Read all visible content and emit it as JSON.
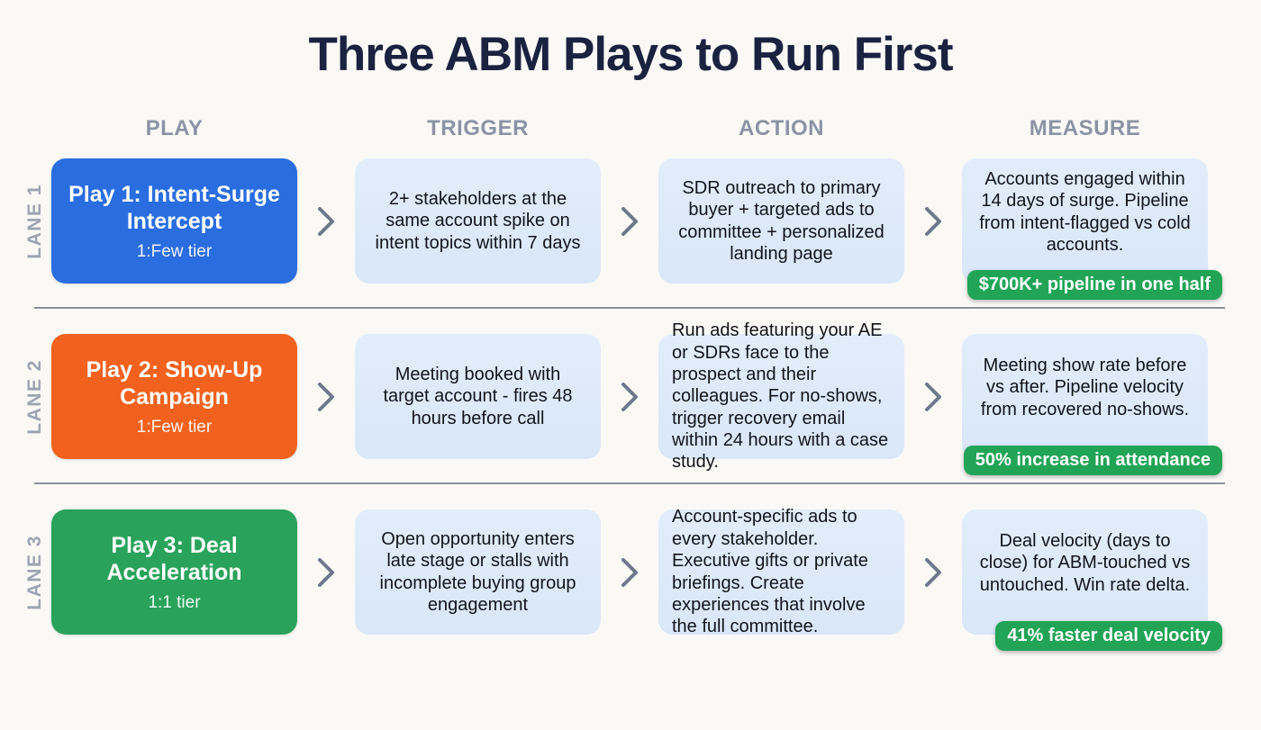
{
  "title": "Three ABM Plays to Run First",
  "columns": {
    "play": "PLAY",
    "trigger": "TRIGGER",
    "action": "ACTION",
    "measure": "MEASURE"
  },
  "colors": {
    "background": "#FAF9F6",
    "title_navy": "#1B2240",
    "header_gray": "#8B93A3",
    "lane_label_gray": "#9CA4B0",
    "cell_light_blue": "#DCE9FA",
    "play1_blue": "#2A6DE1",
    "play2_orange": "#F2611D",
    "play3_green": "#29A35B",
    "badge_green": "#21A456",
    "chevron_gray": "#6E7888",
    "divider_gray": "#8A909A"
  },
  "lanes": [
    {
      "label": "LANE 1",
      "play": {
        "title": "Play 1: Intent-Surge Intercept",
        "tier": "1:Few tier",
        "color": "#2A6DE1"
      },
      "trigger": "2+ stakeholders at the same account spike on intent topics within 7 days",
      "action": "SDR outreach to primary buyer + targeted ads to committee + personalized landing page",
      "measure": "Accounts engaged within 14 days of surge. Pipeline from intent-flagged vs cold accounts.",
      "badge": "$700K+ pipeline in one half"
    },
    {
      "label": "LANE 2",
      "play": {
        "title": "Play 2: Show-Up Campaign",
        "tier": "1:Few tier",
        "color": "#F2611D"
      },
      "trigger": "Meeting booked with target account - fires 48 hours before call",
      "action": "Run ads featuring your AE or SDRs face to the prospect and their colleagues. For no-shows, trigger recovery email within 24 hours with a case study.",
      "measure": "Meeting show rate before vs after. Pipeline velocity from recovered no-shows.",
      "badge": "50% increase in attendance"
    },
    {
      "label": "LANE 3",
      "play": {
        "title": "Play 3: Deal Acceleration",
        "tier": "1:1 tier",
        "color": "#29A35B"
      },
      "trigger": "Open opportunity enters late stage or stalls with incomplete buying group engagement",
      "action": "Account-specific ads to every stakeholder. Executive gifts or private briefings. Create experiences that involve the full committee.",
      "measure": "Deal velocity (days to close) for ABM-touched vs untouched. Win rate delta.",
      "badge": "41% faster deal velocity"
    }
  ]
}
